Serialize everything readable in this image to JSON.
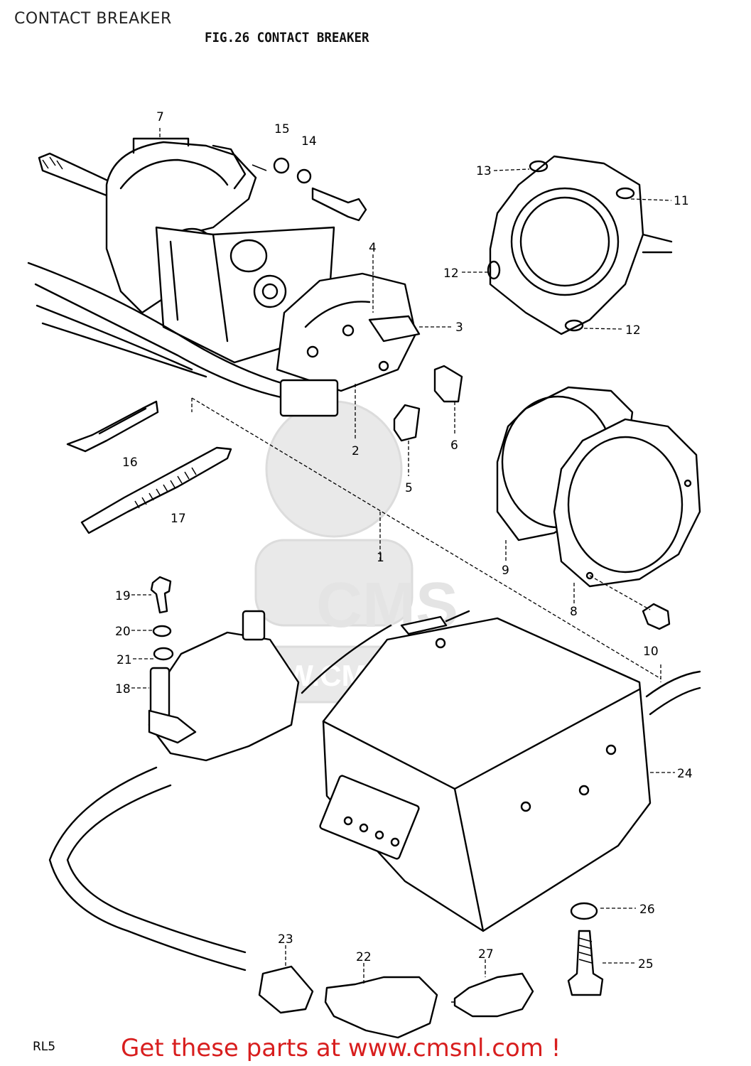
{
  "header": {
    "page_title": "CONTACT BREAKER",
    "figure_title": "FIG.26  CONTACT BREAKER"
  },
  "watermark": {
    "brand": "CMS",
    "url": "WWW.CMSNL.COM"
  },
  "diagram": {
    "corner_mark": "RL5",
    "part_labels": [
      "1",
      "2",
      "3",
      "4",
      "5",
      "6",
      "7",
      "8",
      "9",
      "10",
      "11",
      "12",
      "12",
      "13",
      "14",
      "15",
      "16",
      "17",
      "18",
      "19",
      "20",
      "21",
      "22",
      "23",
      "24",
      "25",
      "26",
      "27"
    ]
  },
  "footer": {
    "link_text": "Get these parts at www.cmsnl.com !"
  }
}
